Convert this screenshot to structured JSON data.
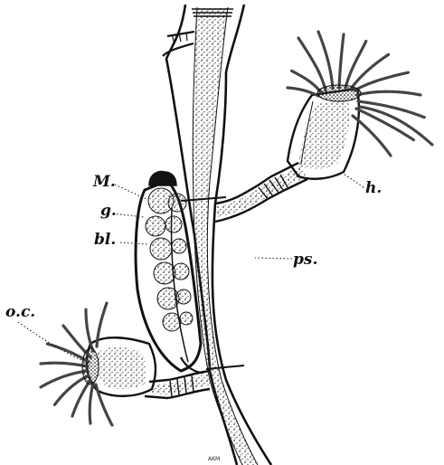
{
  "figure": {
    "labels": {
      "medusa": "M.",
      "gonophore": "g.",
      "blastostyle": "bl.",
      "perisarc": "ps.",
      "hydranth": "h.",
      "oral_cone": "o.c."
    },
    "signature": "AKM"
  },
  "colors": {
    "ink": "#111111",
    "background": "#ffffff"
  }
}
